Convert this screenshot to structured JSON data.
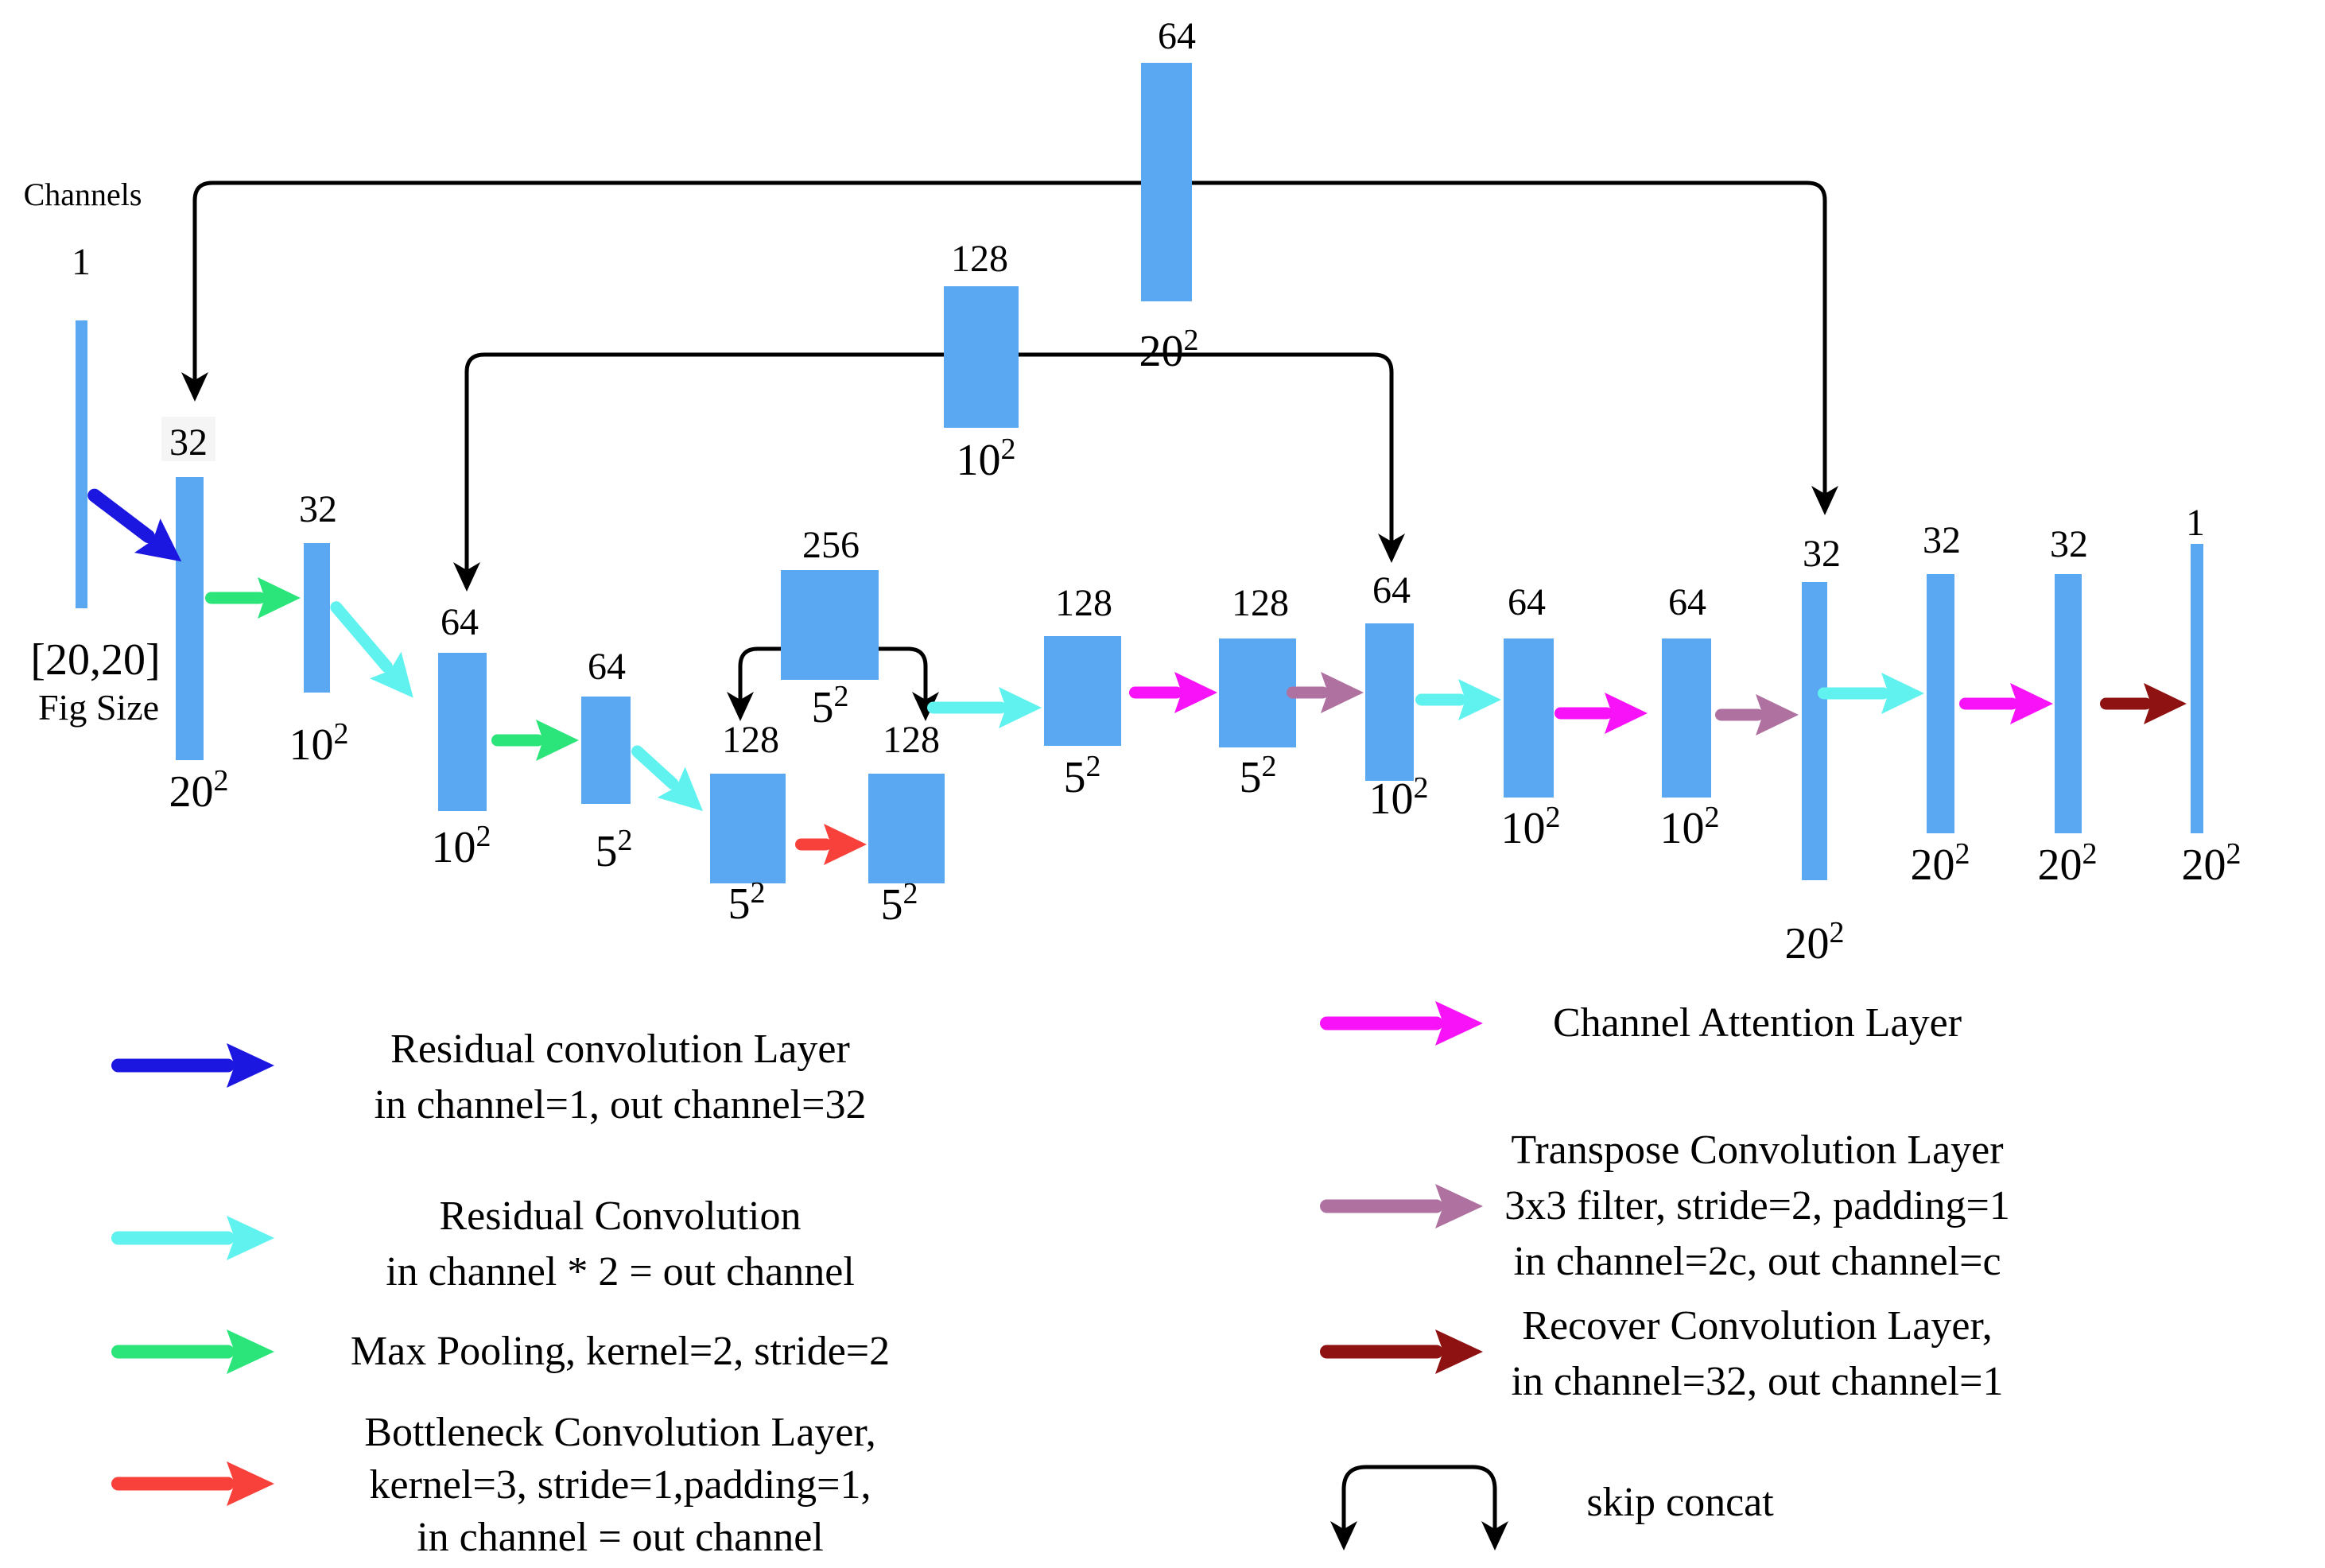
{
  "input": {
    "channels_label": "Channels",
    "channels_value": "1",
    "size_value": "[20,20]",
    "size_caption": "Fig Size"
  },
  "nodes": [
    {
      "role": "encoder-stage1",
      "ch": "32",
      "size": "20",
      "sup": "2"
    },
    {
      "role": "encoder-stage1-pooled",
      "ch": "32",
      "size": "10",
      "sup": "2"
    },
    {
      "role": "encoder-stage2",
      "ch": "64",
      "size": "10",
      "sup": "2"
    },
    {
      "role": "encoder-stage2-pooled",
      "ch": "64",
      "size": "5",
      "sup": "2"
    },
    {
      "role": "encoder-stage3",
      "ch": "128",
      "size": "5",
      "sup": "2"
    },
    {
      "role": "encoder-stage3-conv",
      "ch": "128",
      "size": "5",
      "sup": "2"
    },
    {
      "role": "bottleneck",
      "ch": "256",
      "size": "5",
      "sup": "2"
    },
    {
      "role": "skip-tensor-mid",
      "ch": "128",
      "size": "10",
      "sup": "2"
    },
    {
      "role": "skip-tensor-top",
      "ch": "64",
      "size": "20",
      "sup": "2"
    },
    {
      "role": "decoder-128-a",
      "ch": "128",
      "size": "5",
      "sup": "2"
    },
    {
      "role": "decoder-128-b",
      "ch": "128",
      "size": "5",
      "sup": "2"
    },
    {
      "role": "decoder-64-a",
      "ch": "64",
      "size": "10",
      "sup": "2"
    },
    {
      "role": "decoder-64-b",
      "ch": "64",
      "size": "10",
      "sup": "2"
    },
    {
      "role": "decoder-64-c",
      "ch": "64",
      "size": "10",
      "sup": "2"
    },
    {
      "role": "decoder-32-a",
      "ch": "32",
      "size": "20",
      "sup": "2"
    },
    {
      "role": "decoder-32-b",
      "ch": "32",
      "size": "20",
      "sup": "2"
    },
    {
      "role": "decoder-32-c",
      "ch": "32",
      "size": "20",
      "sup": "2"
    },
    {
      "role": "output",
      "ch": "1",
      "size": "20",
      "sup": "2"
    }
  ],
  "legend": {
    "left": [
      {
        "arrow": "residual-conv-init-arrow",
        "lines": [
          "Residual convolution Layer",
          "in channel=1, out channel=32"
        ]
      },
      {
        "arrow": "residual-conv-arrow",
        "lines": [
          "Residual Convolution",
          "in channel * 2 = out channel"
        ]
      },
      {
        "arrow": "max-pooling-arrow",
        "lines": [
          "Max Pooling, kernel=2, stride=2"
        ]
      },
      {
        "arrow": "bottleneck-conv-arrow",
        "lines": [
          "Bottleneck Convolution Layer,",
          "kernel=3, stride=1,padding=1,",
          "in channel = out channel"
        ]
      }
    ],
    "right": [
      {
        "arrow": "channel-attention-arrow",
        "lines": [
          "Channel Attention Layer"
        ]
      },
      {
        "arrow": "transpose-conv-arrow",
        "lines": [
          "Transpose Convolution Layer",
          "3x3 filter, stride=2, padding=1",
          "in channel=2c, out channel=c"
        ]
      },
      {
        "arrow": "recover-conv-arrow",
        "lines": [
          "Recover Convolution Layer,",
          "in channel=32, out channel=1"
        ]
      },
      {
        "arrow": "skip-concat-symbol",
        "lines": [
          "skip concat"
        ]
      }
    ]
  },
  "colors": {
    "bar": "#5BA8F2",
    "residual_init": "#1B16E0",
    "residual": "#5FF2EF",
    "maxpool": "#2BE57A",
    "bottleneck": "#F8413B",
    "attention": "#F712F7",
    "transpose": "#AF71A0",
    "recover": "#8E1212",
    "line": "#000000"
  }
}
